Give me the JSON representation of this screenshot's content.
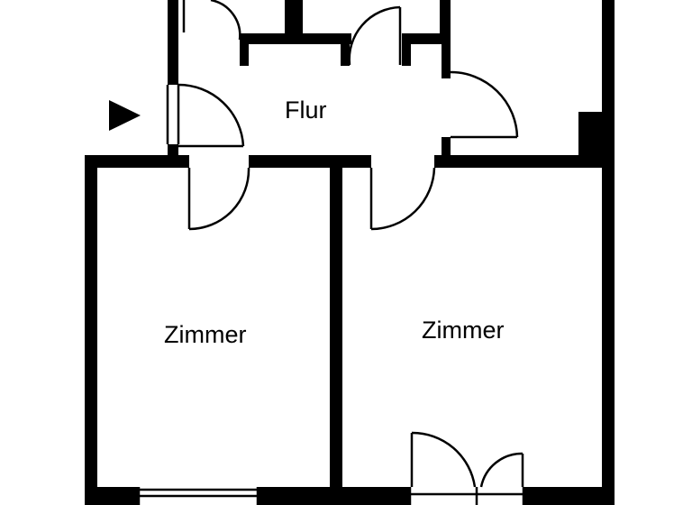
{
  "floorplan": {
    "rooms": [
      {
        "id": "flur",
        "label": "Flur"
      },
      {
        "id": "zimmer-left",
        "label": "Zimmer"
      },
      {
        "id": "zimmer-right",
        "label": "Zimmer"
      }
    ],
    "entrance_marker": "triangle-arrow-icon",
    "colors": {
      "wall": "#000000",
      "background": "#ffffff"
    }
  }
}
